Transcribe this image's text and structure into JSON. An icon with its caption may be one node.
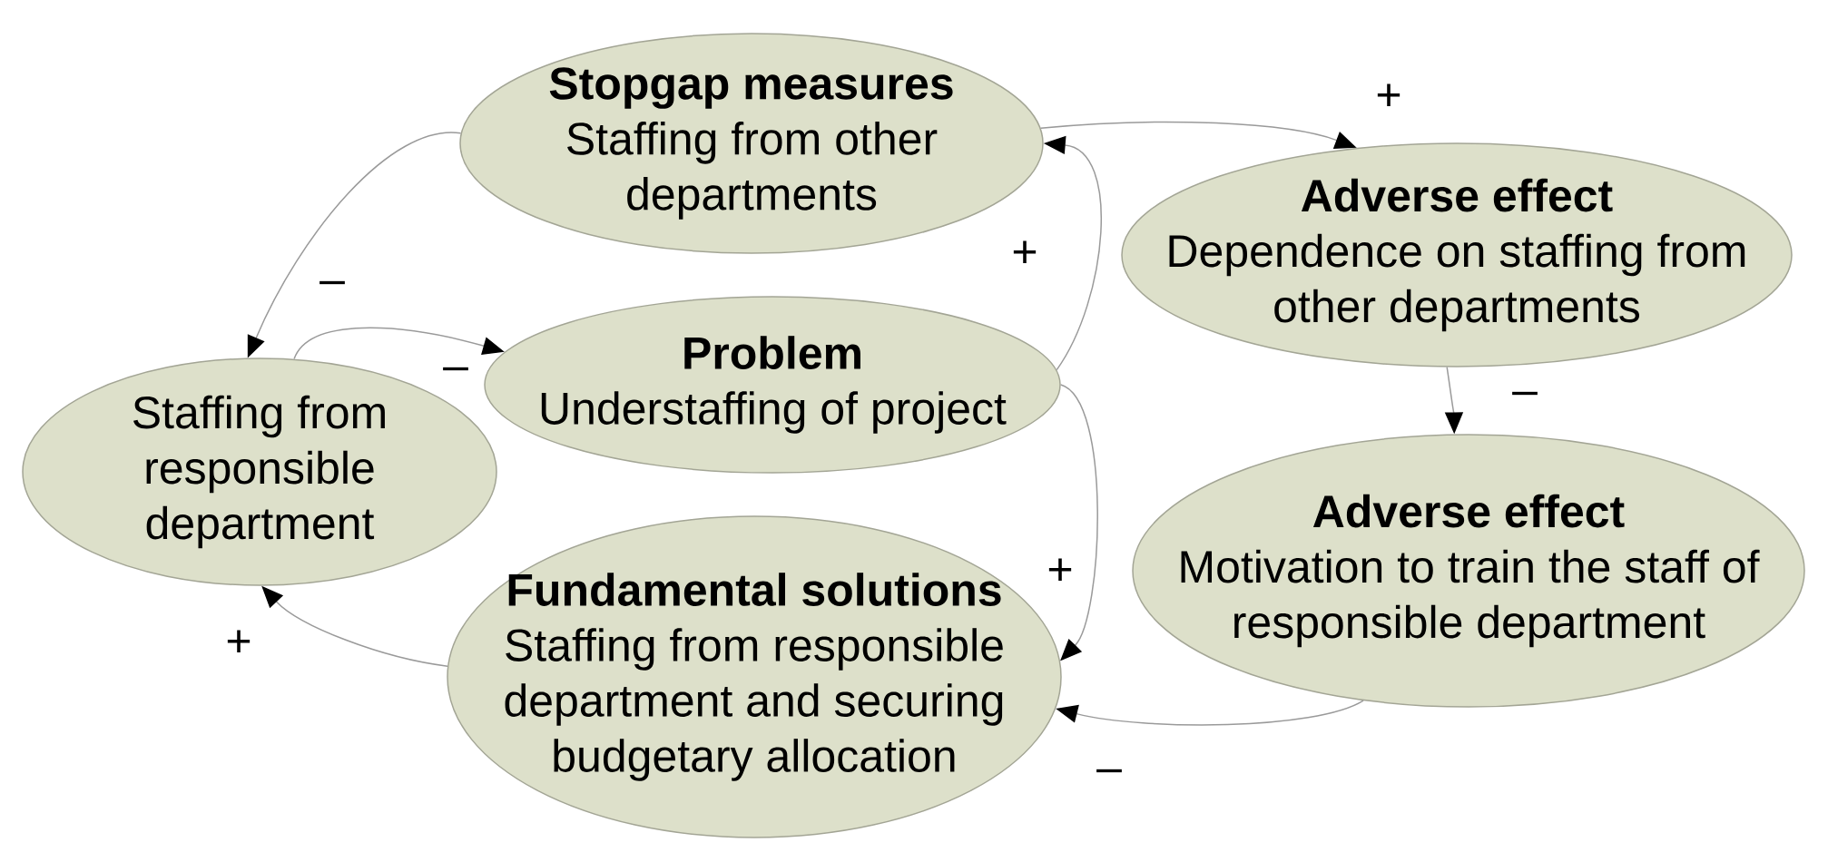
{
  "diagram": {
    "nodes": [
      {
        "text": [
          "Stopgap measures",
          "Staffing from other departments"
        ]
      },
      {
        "text": [
          "Adverse effect",
          "Dependence on staffing from other departments"
        ]
      },
      {
        "text": [
          "Problem",
          "Understaffing of project"
        ]
      },
      {
        "text": [
          "Staffing from responsible department"
        ]
      },
      {
        "text": [
          "Adverse effect",
          "Motivation to train the staff of responsible department"
        ]
      },
      {
        "text": [
          "Fundamental solutions",
          "Staffing from responsible department and securing budgetary allocation"
        ]
      }
    ],
    "edges": [
      {
        "from": 0,
        "to": 3,
        "arrow": "to",
        "label": "–"
      },
      {
        "from": 3,
        "to": 2,
        "arrow": "to",
        "label": "–"
      },
      {
        "from": 2,
        "to": 0,
        "arrow": "to",
        "label": "+"
      },
      {
        "from": 0,
        "to": 1,
        "arrow": "to",
        "label": "+"
      },
      {
        "from": 1,
        "to": 4,
        "arrow": "to",
        "label": "–"
      },
      {
        "from": 2,
        "to": 5,
        "arrow": "to",
        "label": "+"
      },
      {
        "from": 4,
        "to": 5,
        "arrow": "to",
        "label": "–"
      },
      {
        "from": 5,
        "to": 3,
        "arrow": "to",
        "label": "+"
      }
    ]
  }
}
